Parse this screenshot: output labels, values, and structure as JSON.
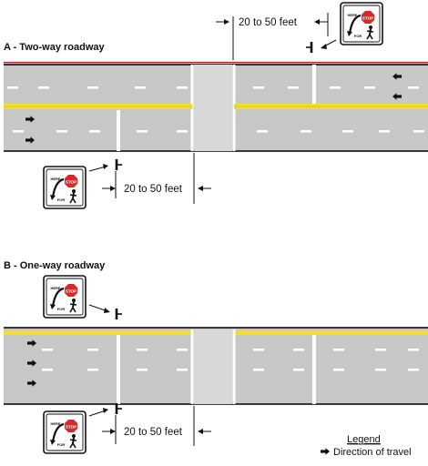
{
  "section_a": {
    "title": "A - Two-way roadway",
    "distance_top": "20 to 50 feet",
    "distance_bottom": "20 to 50 feet"
  },
  "section_b": {
    "title": "B - One-way roadway",
    "distance": "20 to 50 feet"
  },
  "sign": {
    "stop_text": "STOP",
    "here_text": "HERE",
    "for_text": "FOR"
  },
  "legend": {
    "title": "Legend",
    "item": "Direction of travel"
  },
  "colors": {
    "road": "#c8c8c8",
    "crosswalk": "#d8d8d8",
    "lane_line": "#ffffff",
    "center_line": "#f4dd2e",
    "road_edge": "#000000",
    "top_edge": "#b22222",
    "stop_red": "#d42a2a"
  }
}
